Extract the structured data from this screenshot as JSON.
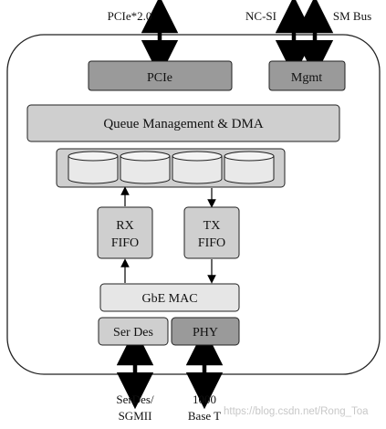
{
  "labels": {
    "pcie_bus": "PCIe*2.0",
    "ncsi_bus": "NC-SI",
    "smbus": "SM Bus",
    "serdes_bus_line1": "SerDes/",
    "serdes_bus_line2": "SGMII",
    "base_t_line1": "1000",
    "base_t_line2": "Base T"
  },
  "blocks": {
    "pcie": "PCIe",
    "mgmt": "Mgmt",
    "queue_dma": "Queue Management & DMA",
    "rx_fifo_line1": "RX",
    "rx_fifo_line2": "FIFO",
    "tx_fifo_line1": "TX",
    "tx_fifo_line2": "FIFO",
    "gbe_mac": "GbE MAC",
    "serdes": "Ser Des",
    "phy": "PHY"
  },
  "watermark": "https://blog.csdn.net/Rong_Toa",
  "colors": {
    "dark_block": "#9a9a9a",
    "mid_block": "#cfcfcf",
    "light_block": "#e6e6e6",
    "outline": "#222222"
  }
}
